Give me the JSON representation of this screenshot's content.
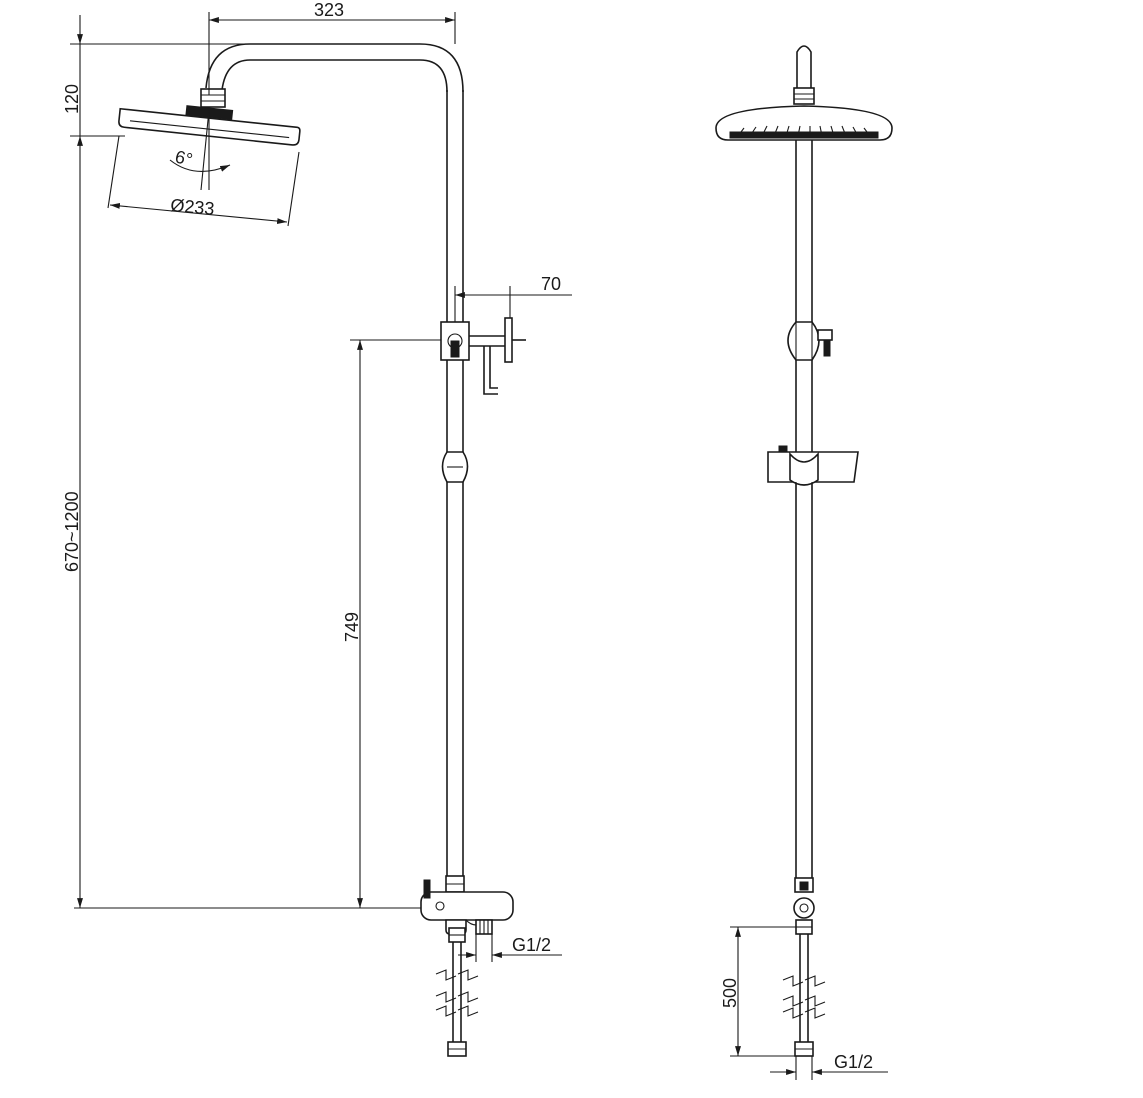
{
  "dimensions": {
    "arm_length": "323",
    "head_drop": "120",
    "tilt_angle": "6°",
    "head_diameter": "Ø233",
    "valve_offset": "70",
    "height_range": "670~1200",
    "valve_height": "749",
    "inlet_thread_front": "G1/2",
    "hose_length": "500",
    "inlet_thread_side": "G1/2"
  }
}
